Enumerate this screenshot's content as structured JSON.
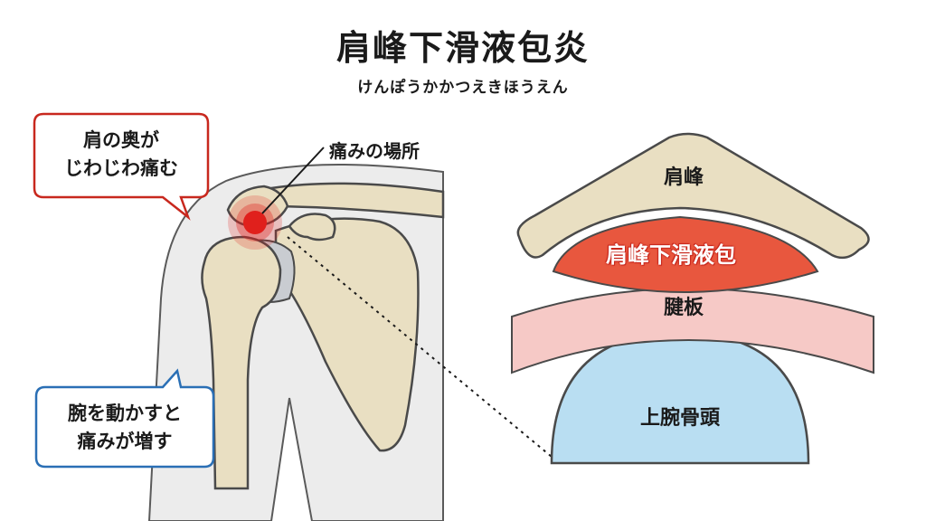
{
  "title": "肩峰下滑液包炎",
  "subtitle": "けんぽうかかつえきほうえん",
  "callouts": {
    "top": [
      "肩の奥が",
      "じわじわ痛む"
    ],
    "bottom": [
      "腕を動かすと",
      "痛みが増す"
    ]
  },
  "pain_location_label": "痛みの場所",
  "layers": {
    "acromion": "肩峰",
    "bursa": "肩峰下滑液包",
    "tendon": "腱板",
    "humeral_head": "上腕骨頭"
  },
  "colors": {
    "bone": "#e9dfc2",
    "bone_outline": "#4a4a4a",
    "bursa": "#e8573e",
    "tendon": "#f6c9c6",
    "humeral_head": "#b9def2",
    "pain": "#e0201c",
    "callout_red": "#c8281e",
    "callout_blue": "#2a6fb5"
  }
}
